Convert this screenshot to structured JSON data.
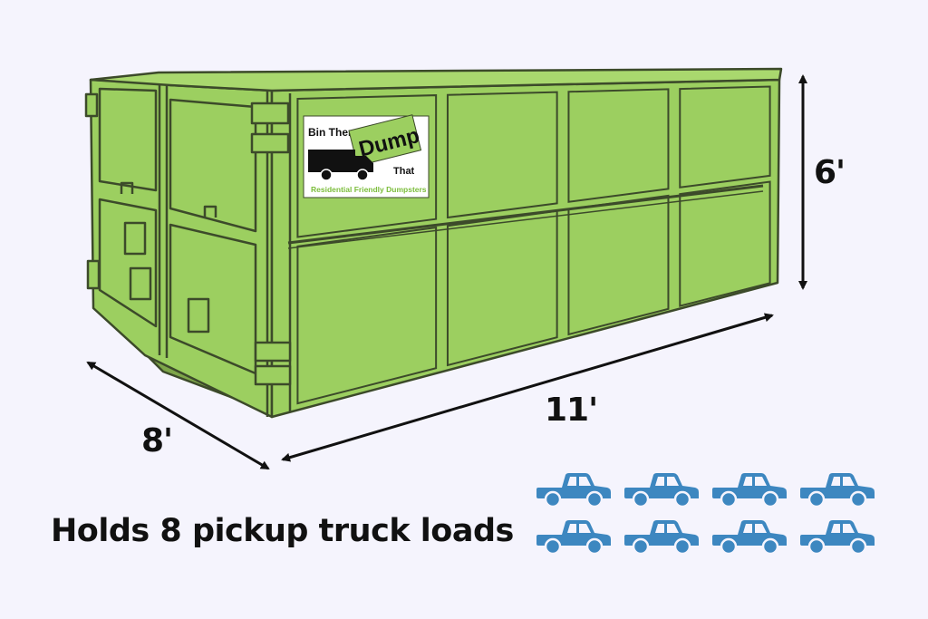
{
  "dimensions": {
    "height": "6'",
    "length": "11'",
    "width": "8'"
  },
  "sign": {
    "line1": "Bin There",
    "highlight": "Dump",
    "line3": "That",
    "tagline": "Residential Friendly Dumpsters"
  },
  "caption": "Holds 8 pickup truck loads",
  "pickup_count": 8,
  "colors": {
    "dumpster": "#9ccf60",
    "outline": "#3c4a2a",
    "truck": "#3d87c0",
    "background": "#f5f4fd",
    "text": "#111111"
  },
  "icons": {
    "truck": "pickup-truck-icon",
    "arrow": "double-arrow"
  }
}
